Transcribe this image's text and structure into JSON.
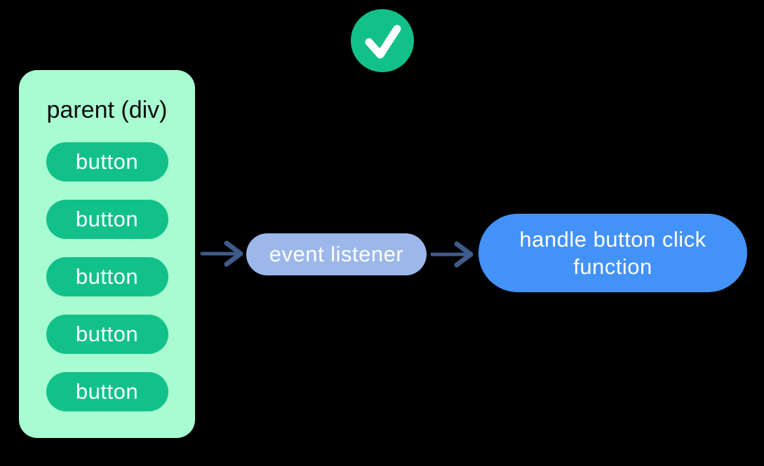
{
  "colors": {
    "background": "#000000",
    "mint": "#a8fcd2",
    "green": "#12c189",
    "periwinkle": "#9cb8ea",
    "blue": "#4392f8",
    "arrow": "#3e5c8a",
    "label_dark": "#0b0b0b",
    "text_light": "#ffffff"
  },
  "icons": {
    "checkmark": "✓"
  },
  "parent": {
    "label": "parent (div)",
    "buttons": [
      "button",
      "button",
      "button",
      "button",
      "button"
    ]
  },
  "event_listener": {
    "label": "event listener"
  },
  "handler": {
    "label": "handle button click function"
  }
}
